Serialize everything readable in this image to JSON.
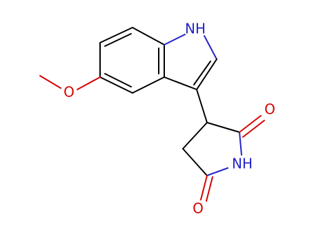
{
  "molecule": {
    "atoms": {
      "indole_nh": {
        "text": "NH",
        "color": "#2323c8"
      },
      "imide_nh": {
        "text": "NH",
        "color": "#2323c8"
      },
      "methoxy_o": {
        "text": "O",
        "color": "#d90000"
      },
      "carbonyl_o_top": {
        "text": "O",
        "color": "#d90000"
      },
      "carbonyl_o_bottom": {
        "text": "O",
        "color": "#d90000"
      }
    }
  }
}
